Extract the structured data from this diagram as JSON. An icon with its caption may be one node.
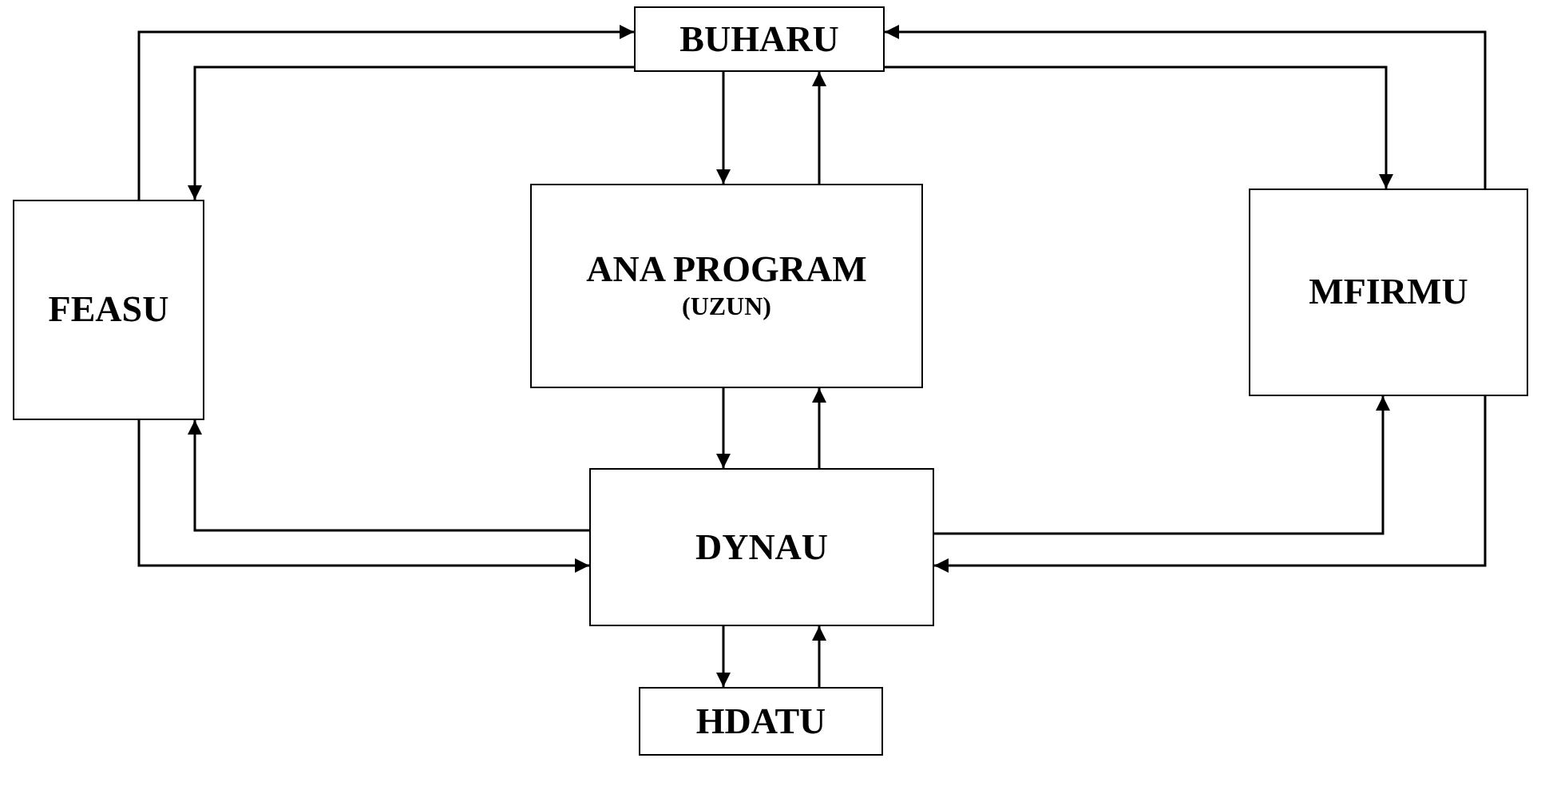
{
  "diagram": {
    "nodes": [
      {
        "text": [
          "BUHARU"
        ]
      },
      {
        "text": [
          "FEASU"
        ]
      },
      {
        "text": [
          "ANA PROGRAM",
          "(UZUN)"
        ]
      },
      {
        "text": [
          "MFIRMU"
        ]
      },
      {
        "text": [
          "DYNAU"
        ]
      },
      {
        "text": [
          "HDATU"
        ]
      }
    ],
    "edges": [
      {
        "from": 1,
        "to": 0,
        "arrow": "to"
      },
      {
        "from": 0,
        "to": 1,
        "arrow": "to"
      },
      {
        "from": 0,
        "to": 2,
        "arrow": "to"
      },
      {
        "from": 2,
        "to": 0,
        "arrow": "to"
      },
      {
        "from": 3,
        "to": 0,
        "arrow": "to"
      },
      {
        "from": 0,
        "to": 3,
        "arrow": "to"
      },
      {
        "from": 2,
        "to": 4,
        "arrow": "to"
      },
      {
        "from": 4,
        "to": 2,
        "arrow": "to"
      },
      {
        "from": 4,
        "to": 1,
        "arrow": "to"
      },
      {
        "from": 1,
        "to": 4,
        "arrow": "to"
      },
      {
        "from": 4,
        "to": 3,
        "arrow": "to"
      },
      {
        "from": 3,
        "to": 4,
        "arrow": "to"
      },
      {
        "from": 4,
        "to": 5,
        "arrow": "to"
      },
      {
        "from": 5,
        "to": 4,
        "arrow": "to"
      }
    ]
  }
}
